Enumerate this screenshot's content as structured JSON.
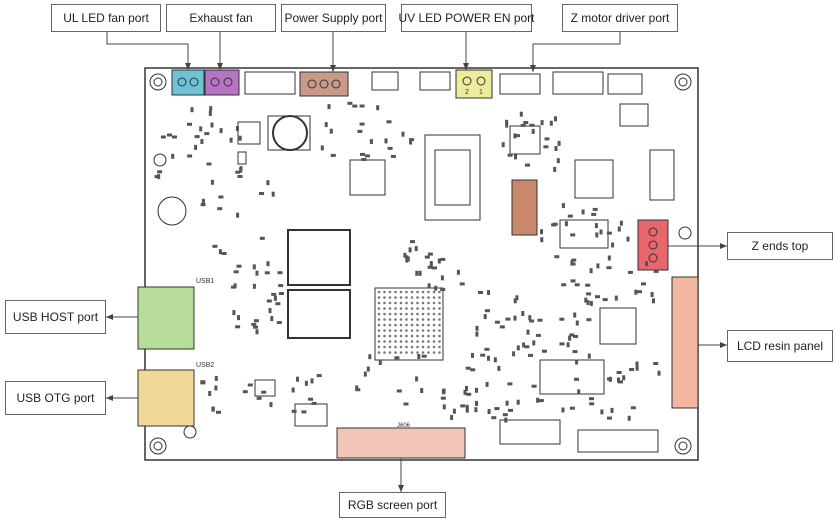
{
  "labels": {
    "ul_led_fan_port": "UL LED fan port",
    "exhaust_fan": "Exhaust fan",
    "power_supply_port": "Power Supply port",
    "uv_led_power_en_port": "UV LED POWER EN port",
    "z_motor_driver_port": "Z motor driver port",
    "z_ends_top": "Z ends top",
    "usb_host_port": "USB HOST port",
    "lcd_resin_panel": "LCD resin panel",
    "usb_otg_port": "USB OTG port",
    "rgb_screen_port": "RGB screen port"
  },
  "silkscreen": {
    "usb1": "USB1",
    "usb2": "USB2",
    "j606": "J606",
    "pin2": "2",
    "pin1": "1"
  },
  "colors": {
    "ul_led_fan": "#6fc3d6",
    "exhaust_fan": "#b774c3",
    "power_supply": "#c99a8c",
    "uv_led_en": "#ecec9c",
    "z_ends": "#e8666e",
    "usb_host": "#b7dc9a",
    "usb_otg": "#f0d899",
    "lcd_panel": "#f2b79e",
    "rgb_screen": "#f2c6b6",
    "board_outline": "#333333",
    "leader_line": "#444444"
  }
}
